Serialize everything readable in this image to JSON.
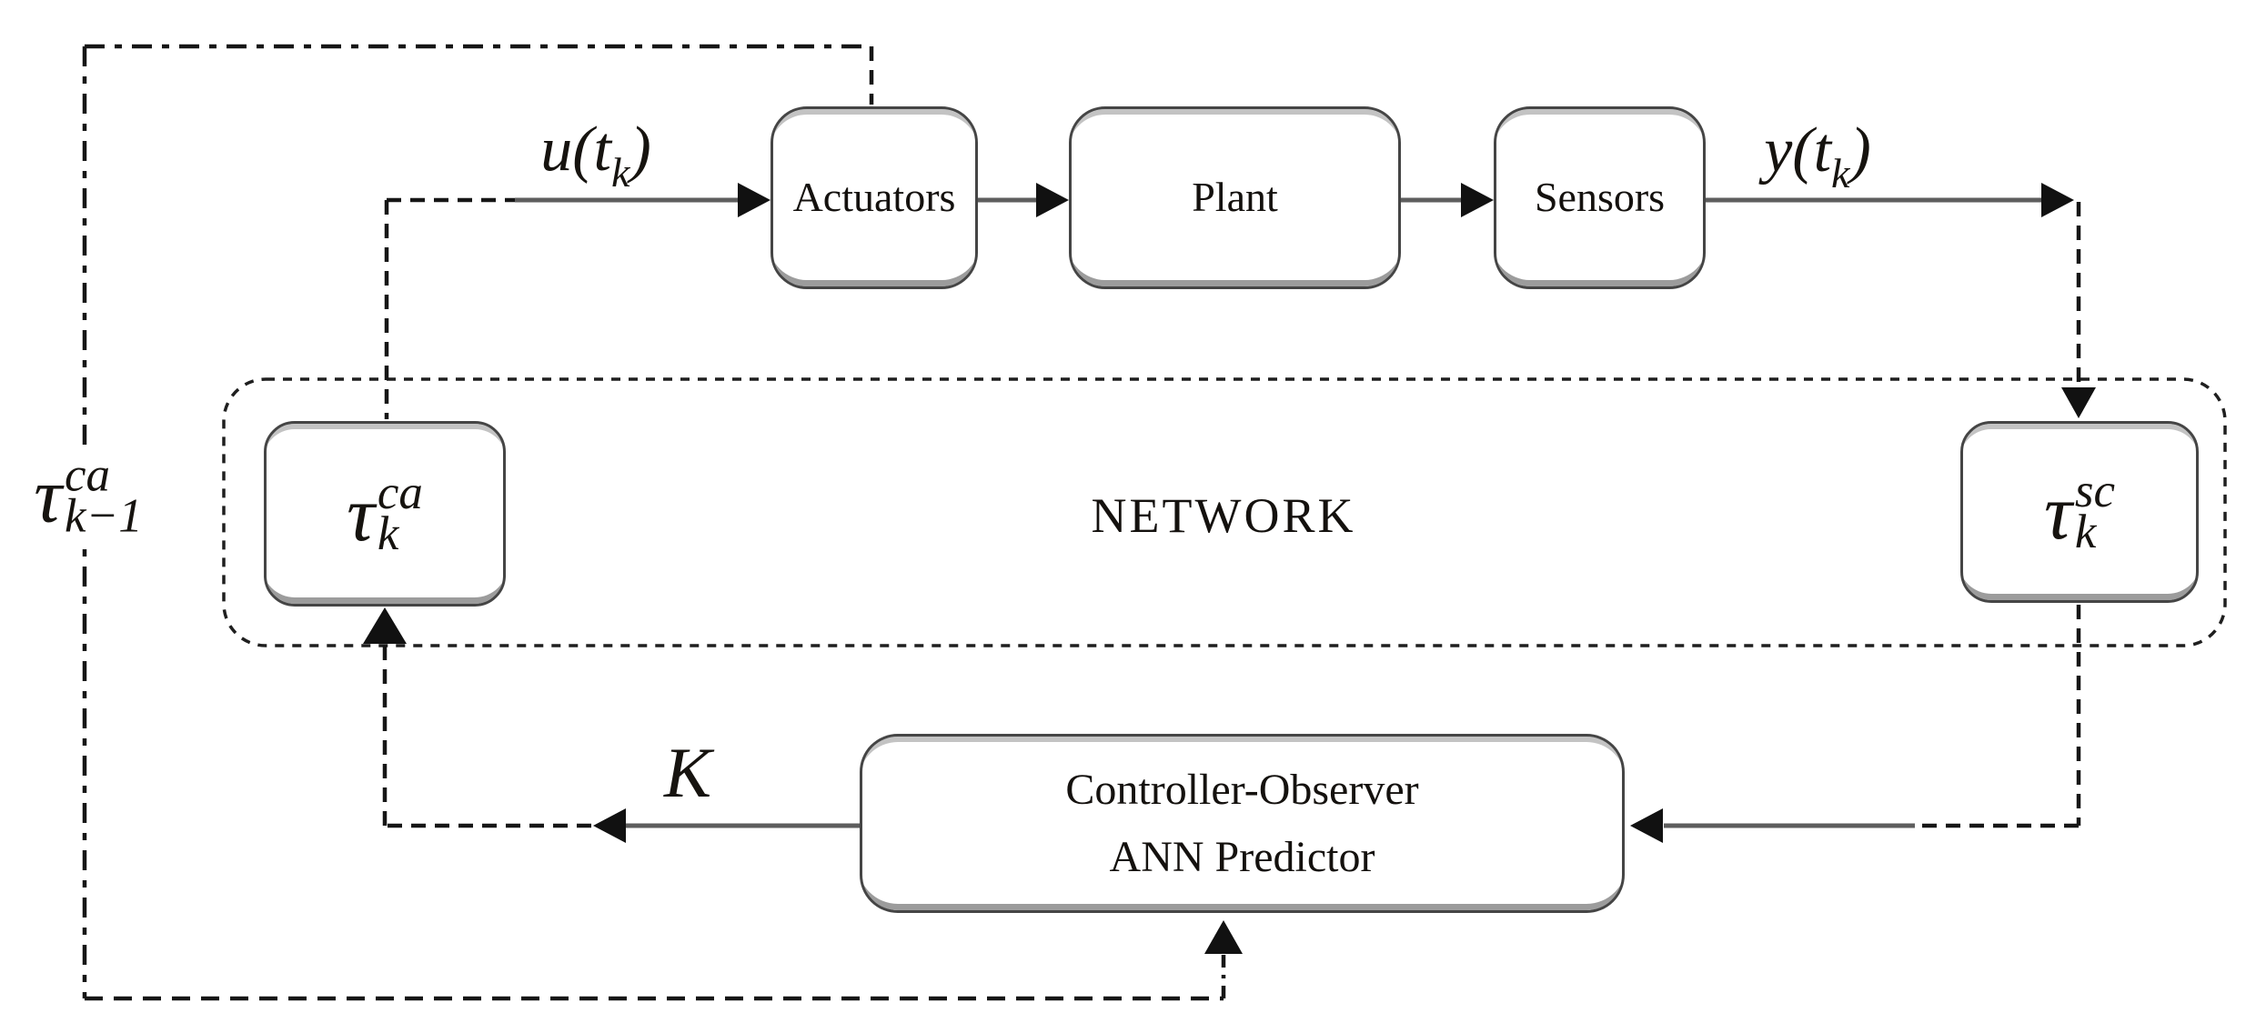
{
  "colors": {
    "ink": "#1a1a1a",
    "solid_line": "#5e5e5e",
    "block_border": "#454545",
    "paper": "#ffffff"
  },
  "blocks": {
    "actuators": {
      "label": "Actuators"
    },
    "plant": {
      "label": "Plant"
    },
    "sensors": {
      "label": "Sensors"
    },
    "network": {
      "label": "NETWORK"
    },
    "controller": {
      "line1": "Controller-Observer",
      "line2": "ANN Predictor"
    },
    "tau_ca": {
      "base": "τ",
      "sup": "ca",
      "sub": "k"
    },
    "tau_sc": {
      "base": "τ",
      "sup": "sc",
      "sub": "k"
    }
  },
  "labels": {
    "u": {
      "pre": "u(t",
      "sub": "k",
      "post": ")"
    },
    "y": {
      "pre": "y(t",
      "sub": "k",
      "post": ")"
    },
    "k_gain": "K",
    "tau_prev": {
      "base": "τ",
      "sup": "ca",
      "sub": "k−1"
    }
  }
}
